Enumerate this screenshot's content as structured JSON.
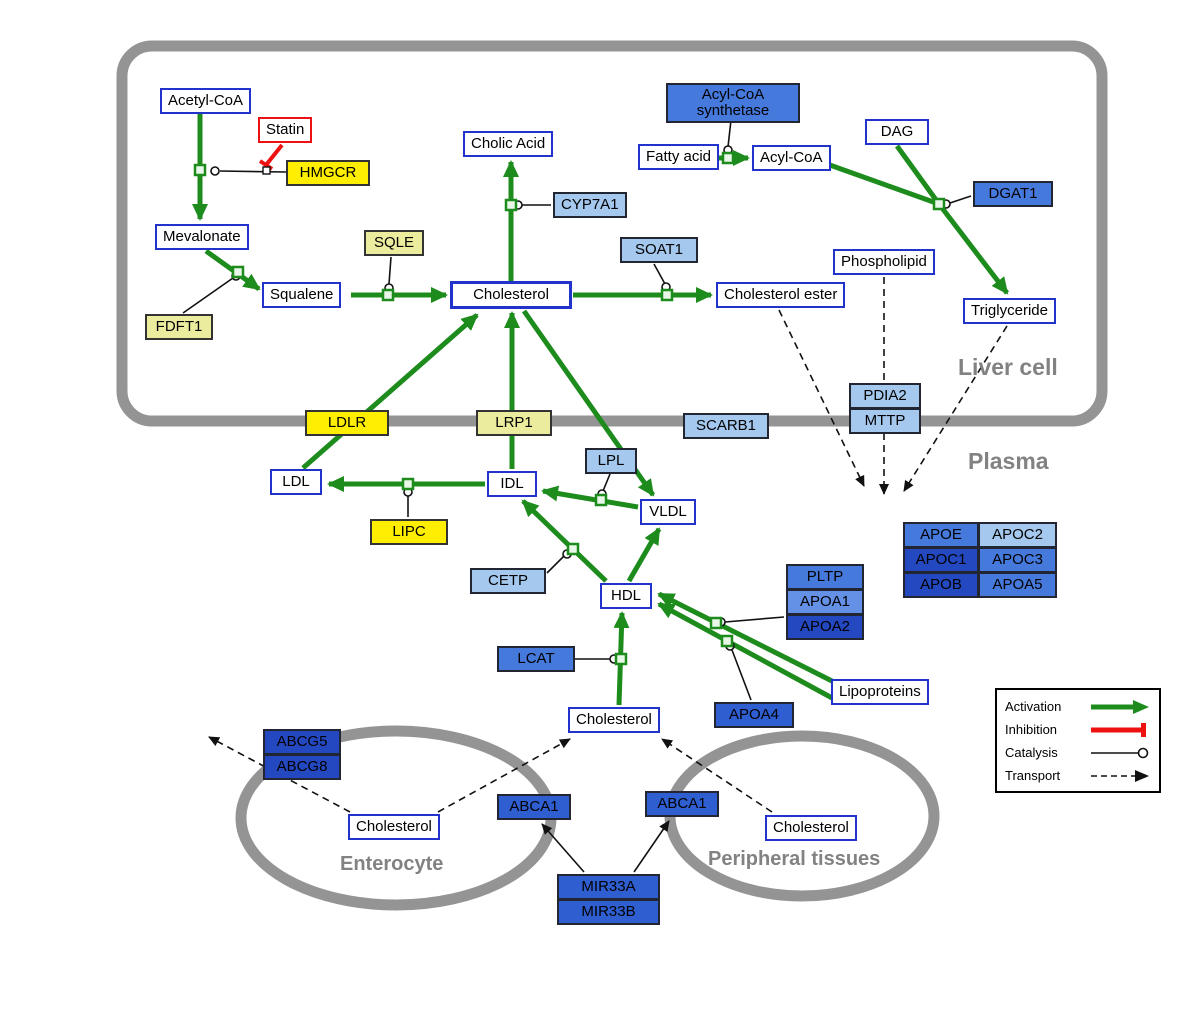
{
  "nodes": {
    "acetyl_coa": "Acetyl-CoA",
    "statin": "Statin",
    "hmgcr": "HMGCR",
    "mevalonate": "Mevalonate",
    "cholic_acid": "Cholic Acid",
    "acyl_coa_synthetase": "Acyl-CoA synthetase",
    "fatty_acid": "Fatty acid",
    "acyl_coa": "Acyl-CoA",
    "dag": "DAG",
    "dgat1": "DGAT1",
    "cyp7a1": "CYP7A1",
    "sqle": "SQLE",
    "soat1": "SOAT1",
    "squalene": "Squalene",
    "cholesterol": "Cholesterol",
    "cholesterol_ester": "Cholesterol ester",
    "phospholipid": "Phospholipid",
    "triglyceride": "Triglyceride",
    "fdft1": "FDFT1",
    "ldlr": "LDLR",
    "lrp1": "LRP1",
    "scarb1": "SCARB1",
    "pdia2": "PDIA2",
    "mttp": "MTTP",
    "ldl": "LDL",
    "idl": "IDL",
    "lpl": "LPL",
    "vldl": "VLDL",
    "lipc": "LIPC",
    "cetp": "CETP",
    "hdl": "HDL",
    "apoe": "APOE",
    "apoc2": "APOC2",
    "apoc1": "APOC1",
    "apoc3": "APOC3",
    "apob": "APOB",
    "apoa5": "APOA5",
    "pltp": "PLTP",
    "apoa1": "APOA1",
    "apoa2": "APOA2",
    "lcat": "LCAT",
    "apoa4": "APOA4",
    "lipoproteins": "Lipoproteins",
    "cholesterol_plasma": "Cholesterol",
    "abcg5": "ABCG5",
    "abcg8": "ABCG8",
    "cholesterol_enterocyte": "Cholesterol",
    "abca1_enterocyte": "ABCA1",
    "abca1_peripheral": "ABCA1",
    "cholesterol_peripheral": "Cholesterol",
    "mir33a": "MIR33A",
    "mir33b": "MIR33B"
  },
  "regions": {
    "liver_cell": "Liver cell",
    "plasma": "Plasma",
    "enterocyte": "Enterocyte",
    "peripheral_tissues": "Peripheral tissues"
  },
  "legend": {
    "activation": "Activation",
    "inhibition": "Inhibition",
    "catalysis": "Catalysis",
    "transport": "Transport"
  },
  "colors": {
    "activation_green": "#1d8c1d",
    "inhibition_red": "#ee1111",
    "membrane_gray": "#949494",
    "metabolite_border_blue": "#2233cc",
    "gene_yellow": "#ffee00",
    "gene_pale_yellow": "#ecec9e",
    "gene_light_blue": "#a4c8ee",
    "gene_medium_blue": "#4679dc",
    "gene_dark_blue": "#2348c0"
  }
}
